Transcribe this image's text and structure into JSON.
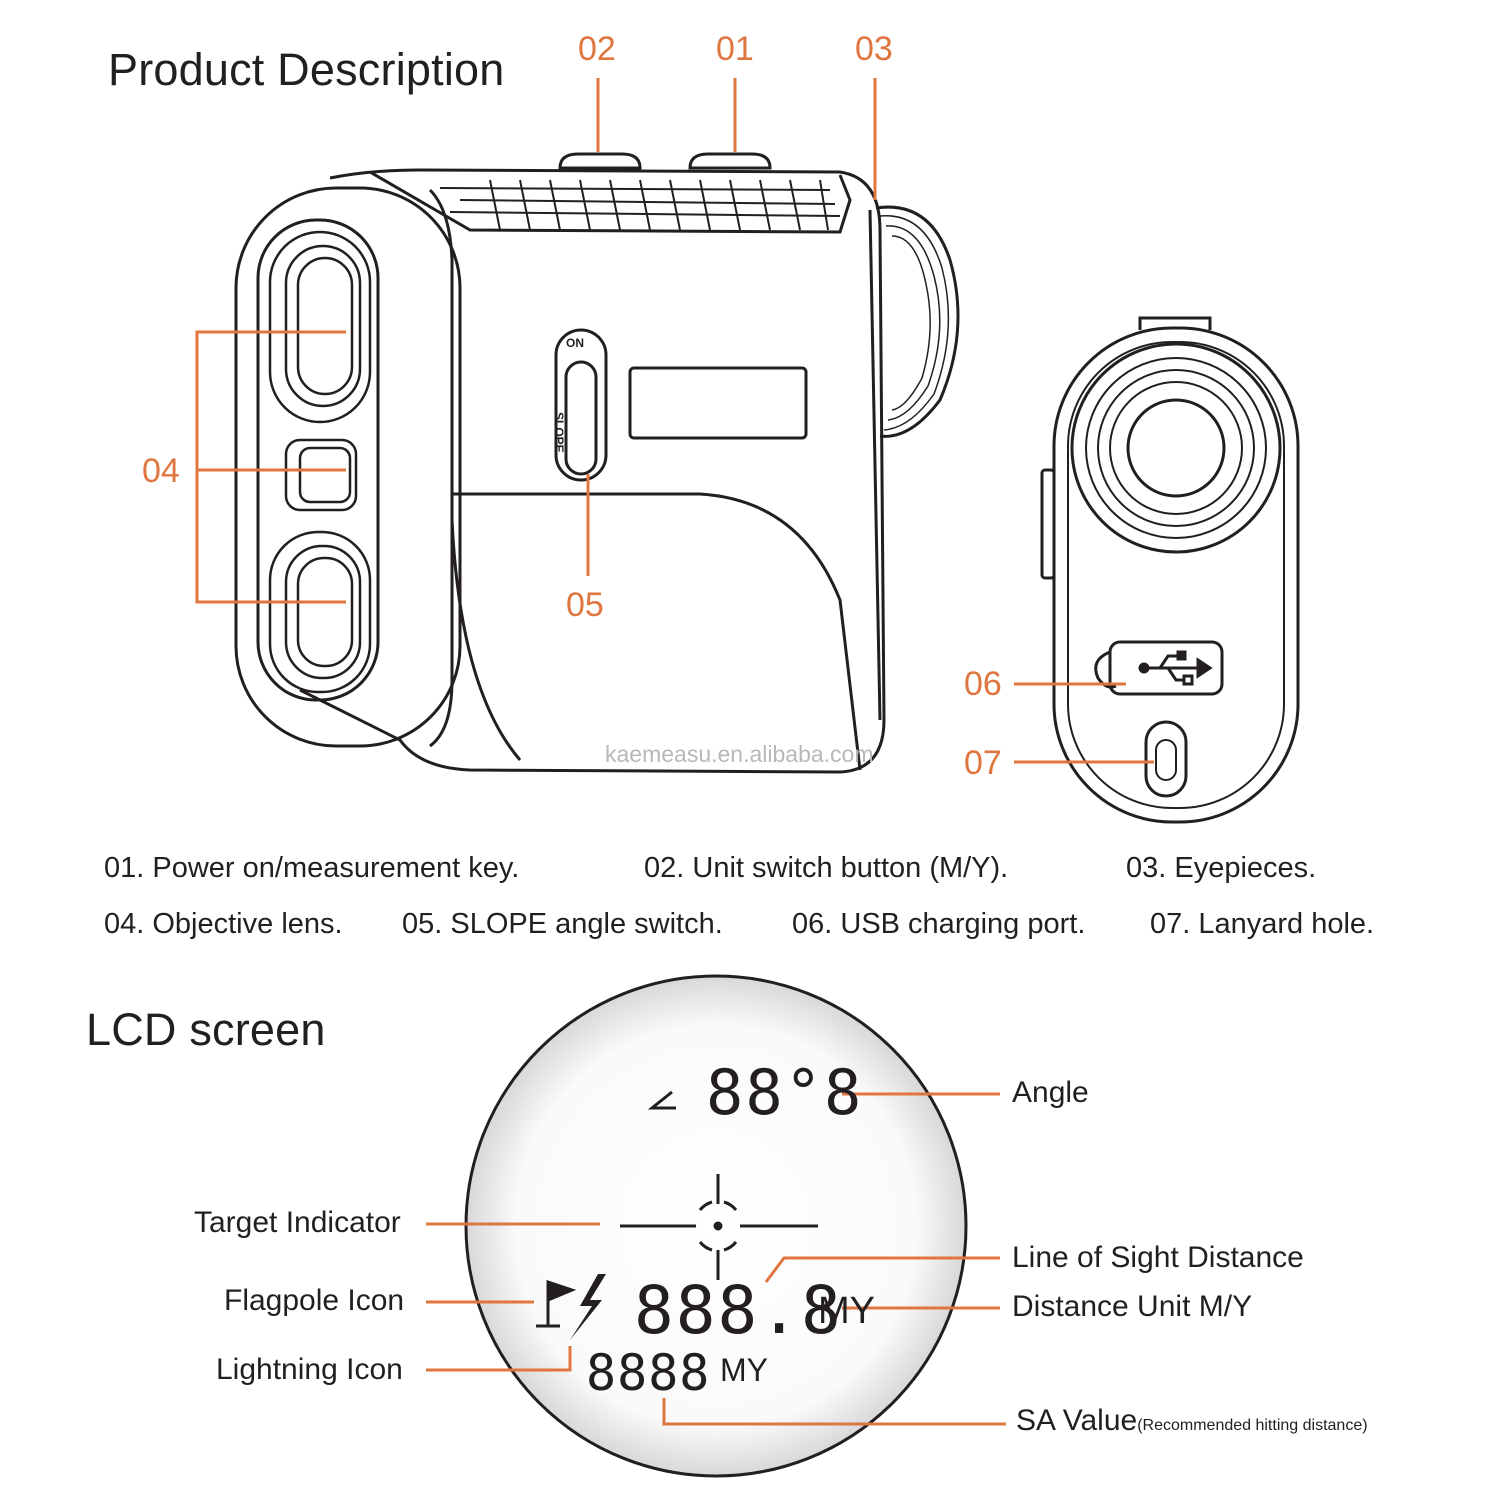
{
  "sections": {
    "product_title": "Product Description",
    "lcd_title": "LCD screen"
  },
  "callouts": {
    "c01": "01",
    "c02": "02",
    "c03": "03",
    "c04": "04",
    "c05": "05",
    "c06": "06",
    "c07": "07"
  },
  "descriptions": [
    "01. Power on/measurement key.",
    "02. Unit switch button (M/Y).",
    "03. Eyepieces.",
    "04. Objective lens.",
    "05. SLOPE angle switch.",
    "06. USB charging port.",
    "07. Lanyard hole."
  ],
  "device_labels": {
    "switch_on": "ON",
    "switch_slope": "SLOPE"
  },
  "watermark": "kaemeasu.en.alibaba.com",
  "lcd": {
    "angle_digits": "88°8",
    "distance_digits": "888.8",
    "distance_unit": "MY",
    "sa_digits": "8888",
    "sa_unit": "MY",
    "labels": {
      "angle": "Angle",
      "target_indicator": "Target Indicator",
      "line_of_sight": "Line of Sight Distance",
      "flagpole": "Flagpole Icon",
      "distance_unit": "Distance Unit M/Y",
      "lightning": "Lightning Icon",
      "sa_value": "SA Value",
      "sa_note": "(Recommended hitting distance)"
    }
  },
  "colors": {
    "accent": "#e0763f",
    "ink": "#231f20",
    "watermark": "#b8b8b8"
  }
}
